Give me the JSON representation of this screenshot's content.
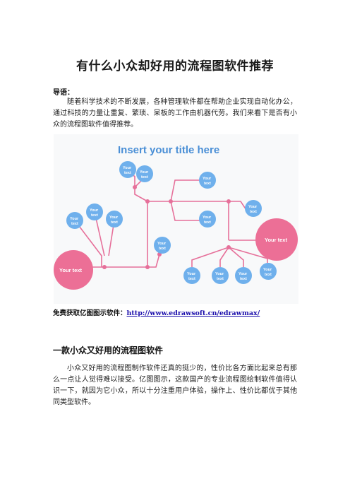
{
  "document": {
    "title": "有什么小众却好用的流程图软件推荐",
    "lead_label": "导语：",
    "intro": "随着科学技术的不断发展，各种管理软件都在帮助企业实现自动化办公，通过科技的力量让重复、繁琐、呆板的工作由机器代劳。我们来看下是否有小众的流程图软件值得推荐。",
    "download_label": "免费获取亿图图示软件：",
    "download_url": "http://www.edrawsoft.cn/edrawmax/",
    "section_heading": "一款小众又好用的流程图软件",
    "section_body": "小众又好用的流程图制作软件还真的挺少的，性价比各方面比起来总有那么一点让人觉得难以接受。亿图图示，这款国产的专业流程图绘制软件值得认识一下，就因为它小众，所以十分注重用户体验，操作上、性价比都优于其他同类型软件。"
  },
  "diagram": {
    "title": "Insert your title here",
    "big_left_label": "Your text",
    "big_right_label": "Your text",
    "node_line1": "Your",
    "node_line2": "text",
    "colors": {
      "title": "#4a8fd6",
      "node_fill": "#6fb0ec",
      "node_text": "#ffffff",
      "connector": "#e6709a",
      "big_node": "#ec6f96",
      "background": "#f8f9fa"
    }
  }
}
